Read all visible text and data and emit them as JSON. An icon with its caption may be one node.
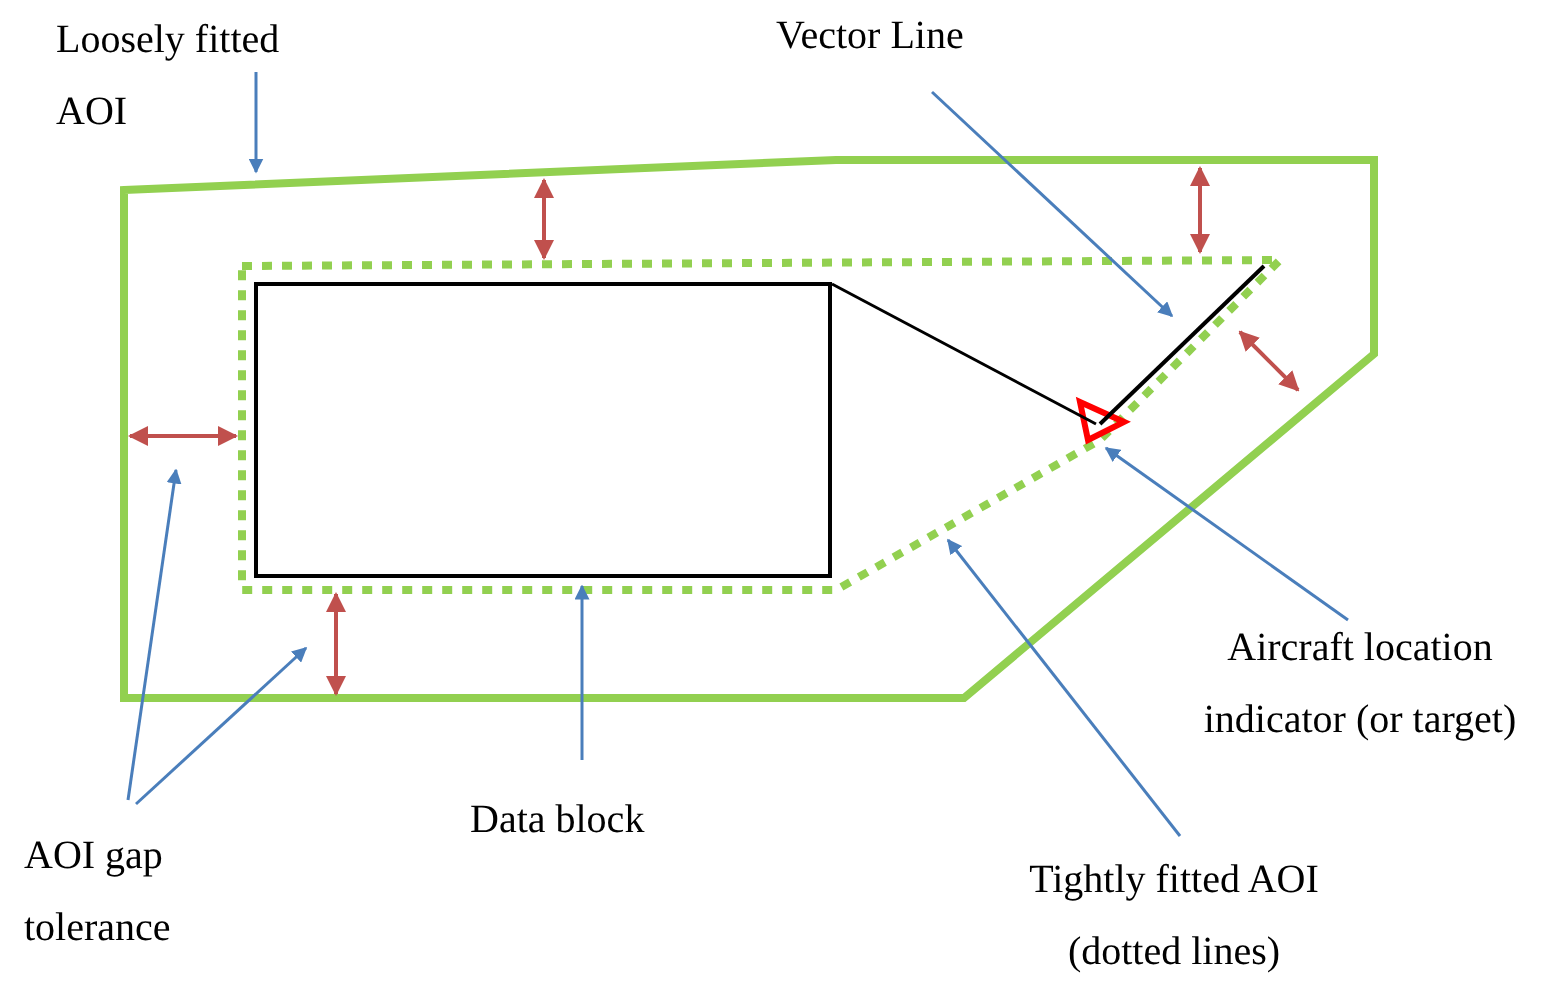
{
  "diagram": {
    "nodes": [
      {
        "text": [
          "Loosely fitted AOI"
        ]
      },
      {
        "text": [],
        "shape": "polygon"
      },
      {
        "text": [
          "Vector Line"
        ]
      },
      {
        "text": [],
        "shape": "line",
        "in": 4
      },
      {
        "text": [],
        "shape": "polygon",
        "in": 1
      },
      {
        "text": [],
        "shape": "box",
        "in": 4
      },
      {
        "text": [],
        "shape": "triangle",
        "in": 4
      },
      {
        "text": [
          "Aircraft location indicator (or target)"
        ]
      },
      {
        "text": [
          "Data block"
        ]
      },
      {
        "text": [
          "AOI gap tolerance"
        ]
      },
      {
        "text": [
          "Tightly fitted AOI (dotted lines)"
        ]
      },
      {
        "text": [],
        "shape": "arrow",
        "in": 1
      },
      {
        "text": [],
        "shape": "arrow",
        "in": 1
      },
      {
        "text": [],
        "shape": "arrow",
        "in": 1
      },
      {
        "text": [],
        "shape": "arrow",
        "in": 1
      },
      {
        "text": [],
        "shape": "arrow",
        "in": 1
      }
    ],
    "edges": [
      {
        "from": 0,
        "to": 1,
        "arrow": "to"
      },
      {
        "from": 2,
        "to": 3,
        "arrow": "to"
      },
      {
        "from": 5,
        "to": 6,
        "arrow": "none",
        "color": "#000000"
      },
      {
        "from": 7,
        "to": 6,
        "arrow": "to"
      },
      {
        "from": 8,
        "to": 5,
        "arrow": "to"
      },
      {
        "from": 9,
        "to": 14,
        "arrow": "to"
      },
      {
        "from": 9,
        "to": 15,
        "arrow": "to"
      },
      {
        "from": 10,
        "to": 4,
        "arrow": "to"
      }
    ]
  }
}
